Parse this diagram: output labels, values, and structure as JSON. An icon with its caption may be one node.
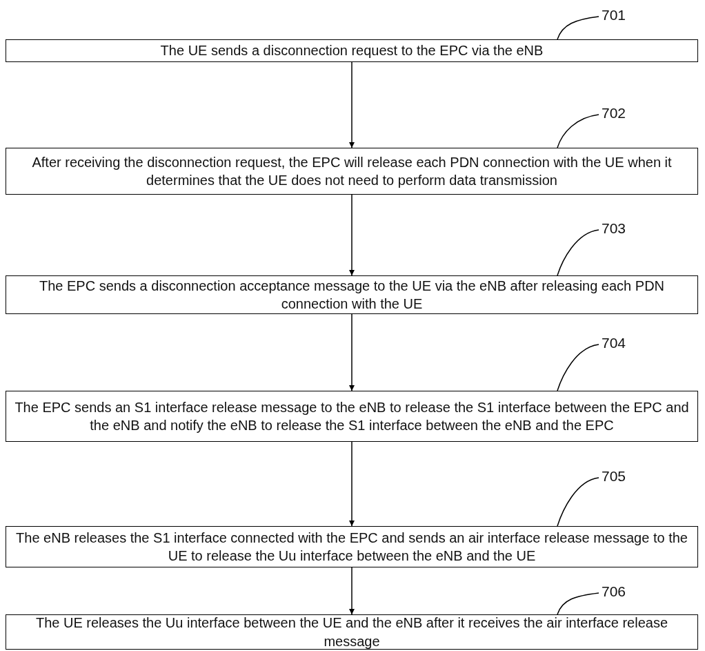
{
  "diagram": {
    "nodes": [
      {
        "text": [
          "701"
        ]
      },
      {
        "text": [
          "The UE sends a disconnection request to the EPC via the eNB"
        ]
      },
      {
        "text": [
          "702"
        ]
      },
      {
        "text": [
          "After receiving the disconnection request, the EPC will release each PDN connection with the UE when it determines that the UE does not need to perform data transmission"
        ]
      },
      {
        "text": [
          "703"
        ]
      },
      {
        "text": [
          "The EPC sends a disconnection acceptance message to the UE via the eNB after releasing each PDN connection with the UE"
        ]
      },
      {
        "text": [
          "704"
        ]
      },
      {
        "text": [
          "The EPC sends an S1 interface release message to the eNB to release the S1 interface between the EPC and the eNB and notify the eNB to release the S1 interface between the eNB and the EPC"
        ]
      },
      {
        "text": [
          "705"
        ]
      },
      {
        "text": [
          "The eNB releases the S1 interface connected with the EPC and sends an air interface release message to the UE to release the Uu interface between the eNB and the UE"
        ]
      },
      {
        "text": [
          "706"
        ]
      },
      {
        "text": [
          "The UE releases the Uu interface between the UE and the eNB after it receives the air interface release message"
        ]
      }
    ],
    "edges": [
      {
        "from": 0,
        "to": 1,
        "arrow": "none"
      },
      {
        "from": 1,
        "to": 3,
        "arrow": "to"
      },
      {
        "from": 2,
        "to": 3,
        "arrow": "none"
      },
      {
        "from": 3,
        "to": 5,
        "arrow": "to"
      },
      {
        "from": 4,
        "to": 5,
        "arrow": "none"
      },
      {
        "from": 5,
        "to": 7,
        "arrow": "to"
      },
      {
        "from": 6,
        "to": 7,
        "arrow": "none"
      },
      {
        "from": 7,
        "to": 9,
        "arrow": "to"
      },
      {
        "from": 8,
        "to": 9,
        "arrow": "none"
      },
      {
        "from": 9,
        "to": 11,
        "arrow": "to"
      },
      {
        "from": 10,
        "to": 11,
        "arrow": "none"
      }
    ]
  }
}
